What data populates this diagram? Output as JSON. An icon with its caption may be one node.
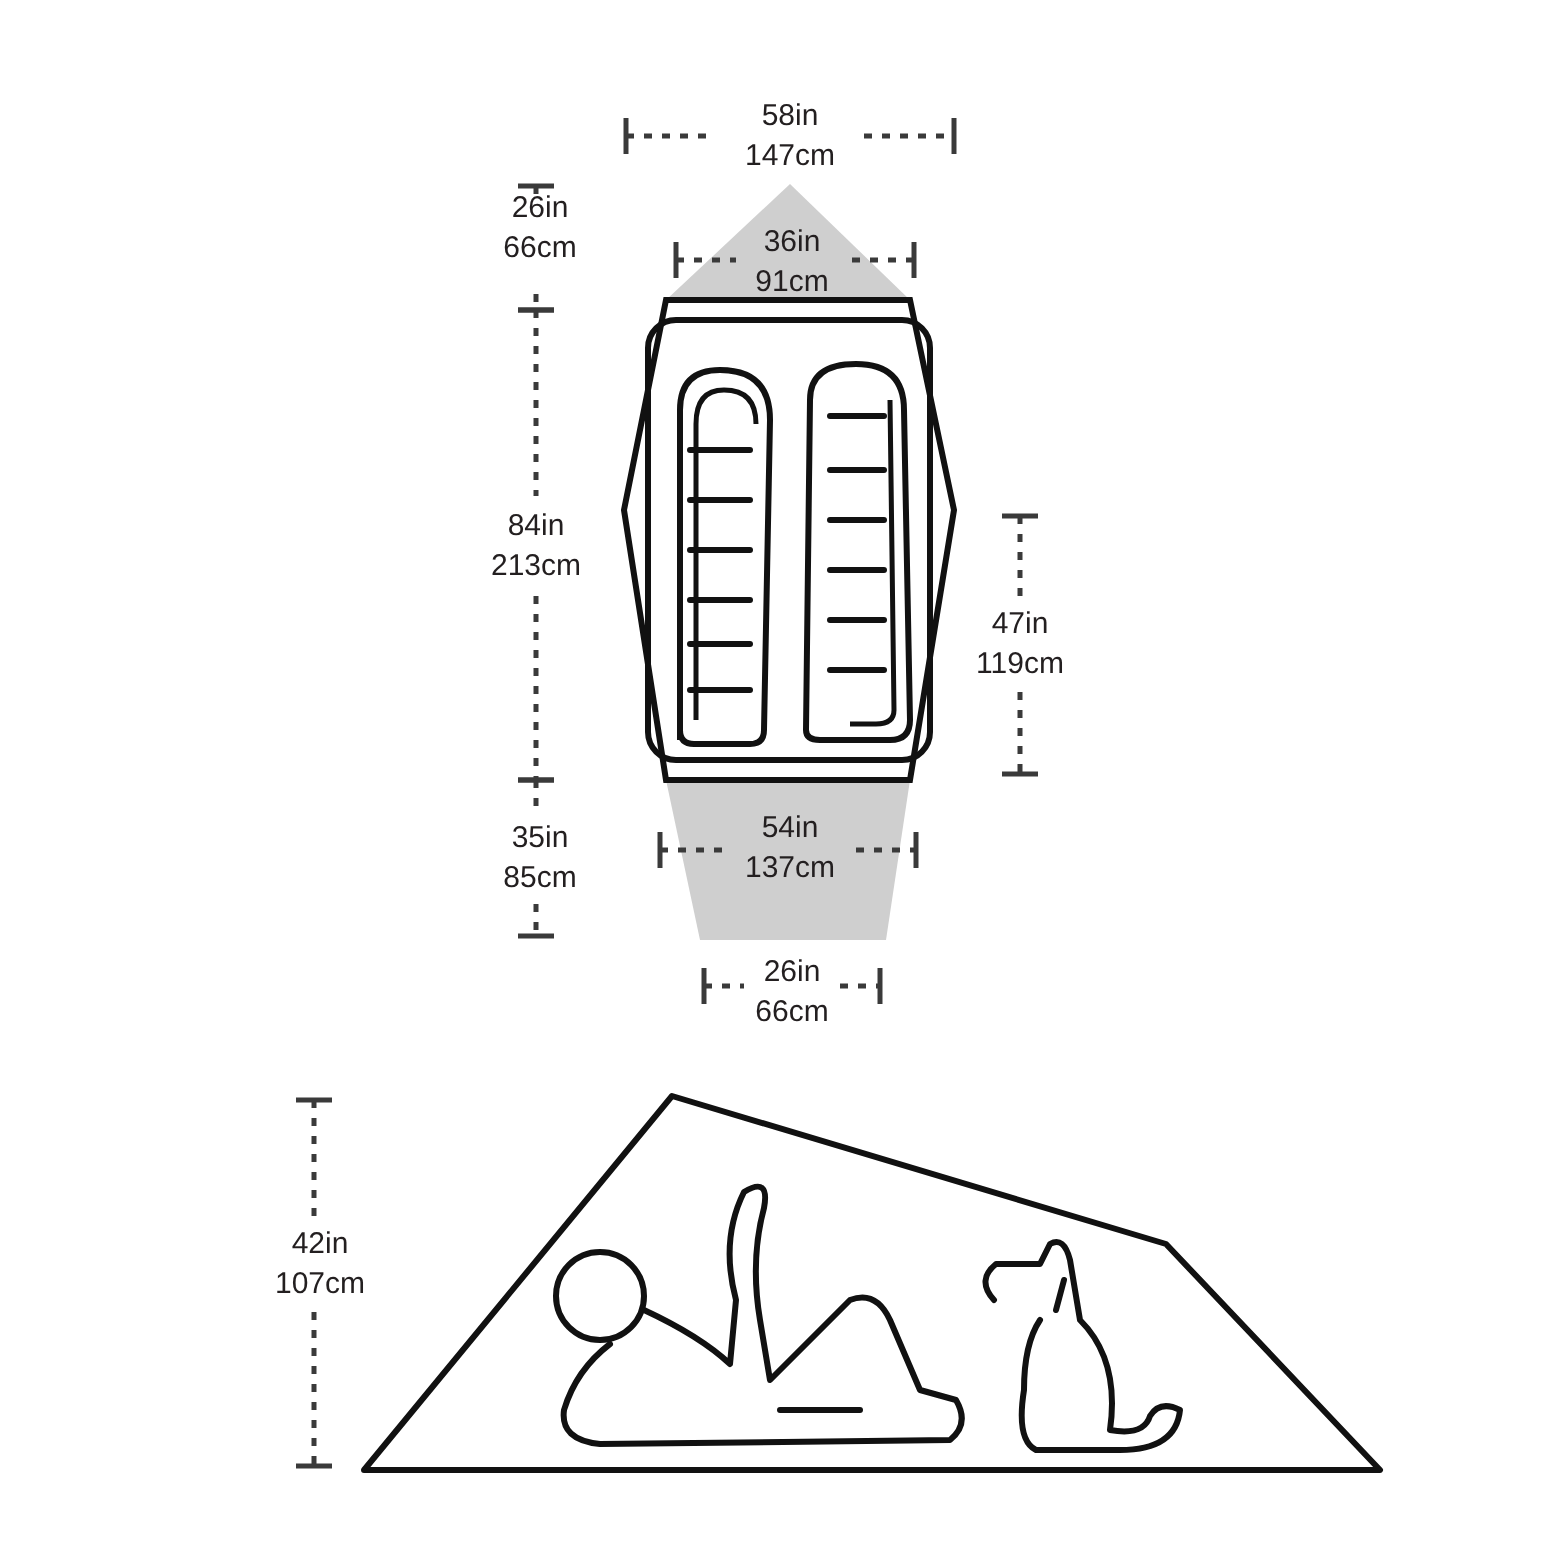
{
  "diagram": {
    "labels": [
      "58in",
      "147cm",
      "26in",
      "66cm",
      "36in",
      "91cm",
      "84in",
      "213cm",
      "47in",
      "119cm",
      "35in",
      "85cm",
      "54in",
      "137cm",
      "26in",
      "66cm",
      "42in",
      "107cm"
    ]
  }
}
